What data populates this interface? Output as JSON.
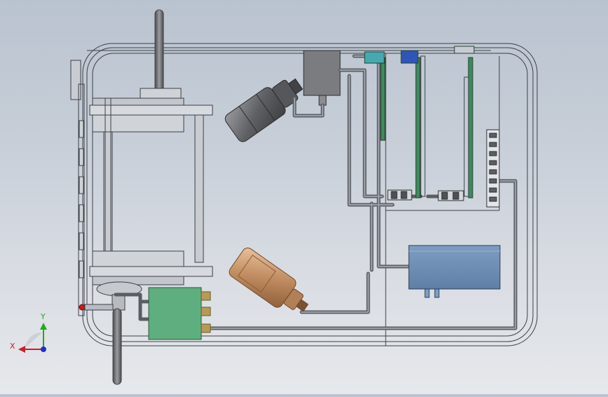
{
  "viewport": {
    "background_top": "#b9c3cf",
    "background_bottom": "#e6e8ec"
  },
  "triad": {
    "x_label": "X",
    "y_label": "Y",
    "x_color": "#cc2020",
    "y_color": "#22aa22",
    "z_color": "#2030cc"
  },
  "components": {
    "enclosure": "enclosure-outline",
    "press": "press-frame-assembly",
    "motor": "gray-motor",
    "sensor": "bronze-cylinder-sensor",
    "manifold": "green-valve-manifold",
    "controller": "blue-controller-box",
    "pcbs": "circuit-boards",
    "terminals": "terminal-block"
  },
  "colors": {
    "line": "#3c4046",
    "pipe": "#8a8e94",
    "pipe_dark": "#5a5e64",
    "manifold": "#5fae80",
    "controller": "#6d8db3",
    "bronze": "#c99a6e",
    "motor": "#6e6f72",
    "pcb": "#3e8a5e"
  }
}
